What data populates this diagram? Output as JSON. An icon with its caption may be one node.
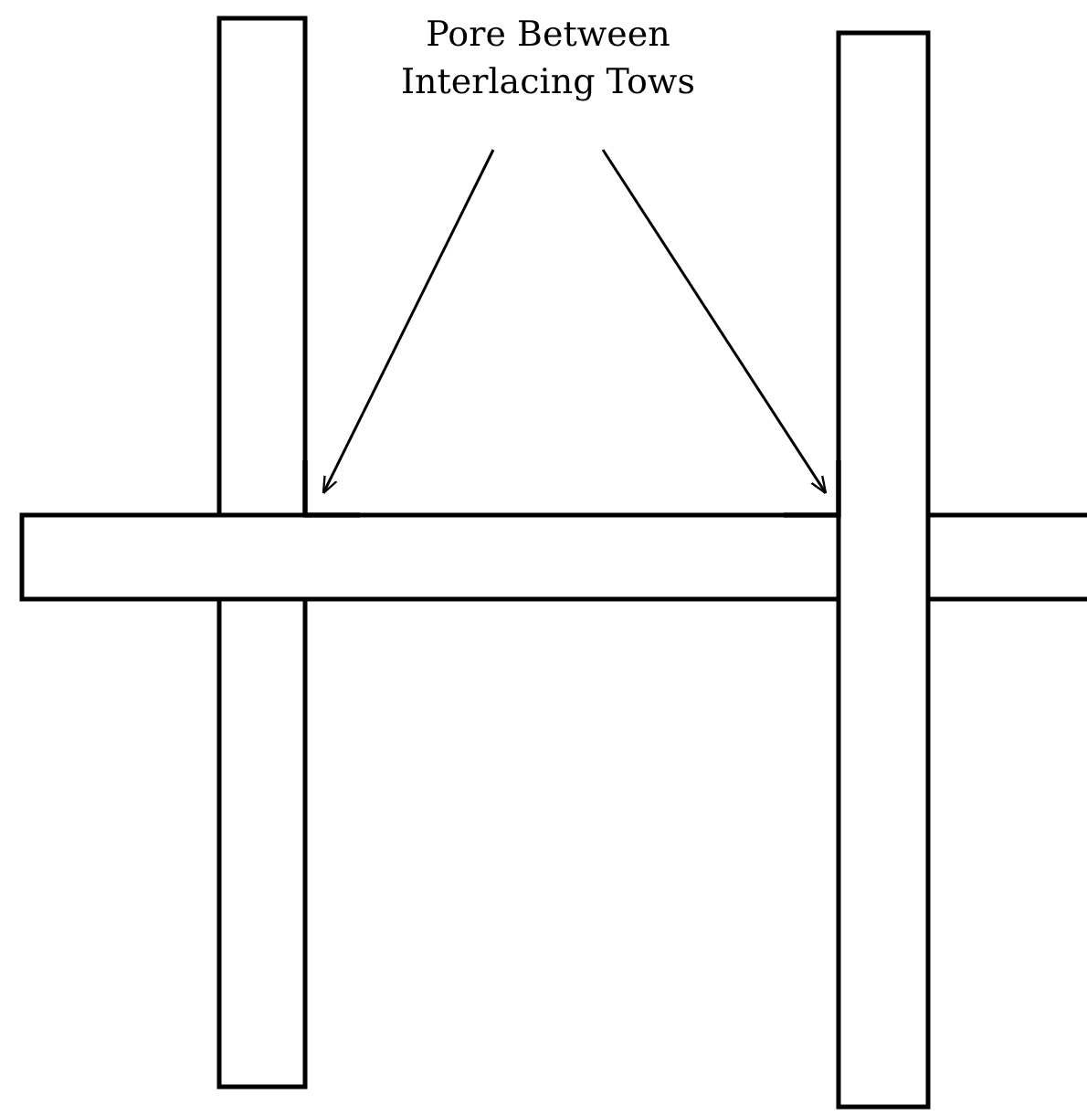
{
  "diagram": {
    "nodes": [
      {
        "text": [
          "Pore Between Interlacing Tows"
        ]
      },
      {
        "text": [],
        "shape": "box"
      },
      {
        "text": [],
        "shape": "box"
      }
    ],
    "edges": [
      {
        "from": 0,
        "to": 1,
        "arrow": "to"
      },
      {
        "from": 0,
        "to": 2,
        "arrow": "to"
      }
    ]
  }
}
